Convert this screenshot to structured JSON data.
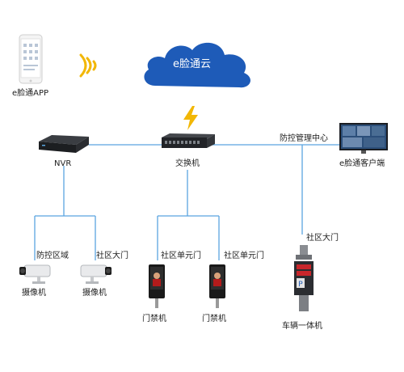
{
  "cloud": {
    "label": "e脸通云",
    "color": "#1e5bb8"
  },
  "phone": {
    "label": "e脸通APP"
  },
  "nvr": {
    "label": "NVR"
  },
  "switch": {
    "label": "交换机"
  },
  "client": {
    "label": "e脸通客户端",
    "caption": "防控管理中心"
  },
  "cameras": [
    {
      "zone": "防控区域",
      "label": "摄像机"
    },
    {
      "zone": "社区大门",
      "label": "摄像机"
    }
  ],
  "gates": [
    {
      "zone": "社区单元门",
      "label": "门禁机"
    },
    {
      "zone": "社区单元门",
      "label": "门禁机"
    }
  ],
  "barrier": {
    "zone": "社区大门",
    "label": "车辆一体机"
  },
  "colors": {
    "line": "#5aa5e0",
    "bolt": "#f2b705",
    "wifi": "#f2b705"
  }
}
